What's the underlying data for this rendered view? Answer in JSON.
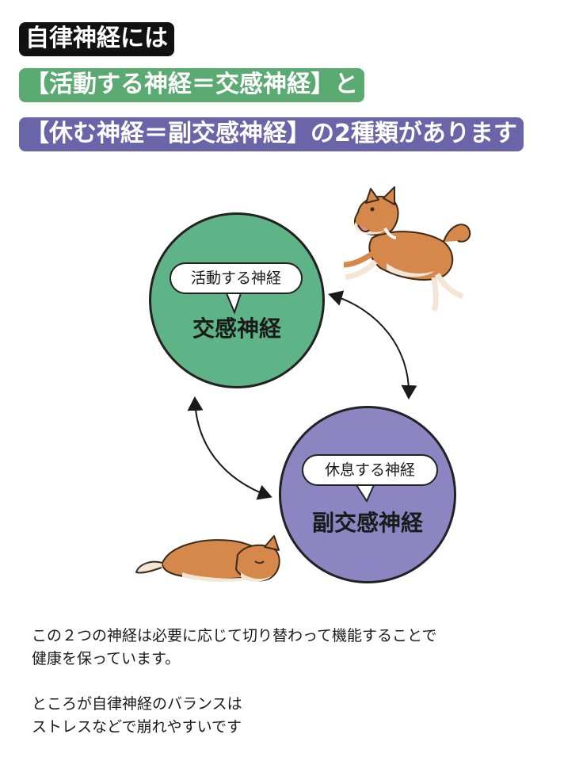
{
  "headings": {
    "line1": "自律神経には",
    "line2": "【活動する神経＝交感神経】と",
    "line3": "【休む神経＝副交感神経】の2種類があります"
  },
  "diagram": {
    "sympathetic": {
      "bubble": "活動する神経",
      "name": "交感神経",
      "color": "#5eb487"
    },
    "parasympathetic": {
      "bubble": "休息する神経",
      "name": "副交感神経",
      "color": "#8c85c1"
    },
    "illustrations": {
      "active_dog": "running-shiba-dog",
      "resting_dog": "sleeping-shiba-dog"
    }
  },
  "body": {
    "paragraph1": {
      "line1": "この２つの神経は必要に応じて切り替わって機能することで",
      "line2": "健康を保っています。"
    },
    "paragraph2": {
      "line1": "ところが自律神経のバランスは",
      "line2": "ストレスなどで崩れやすいです"
    }
  }
}
